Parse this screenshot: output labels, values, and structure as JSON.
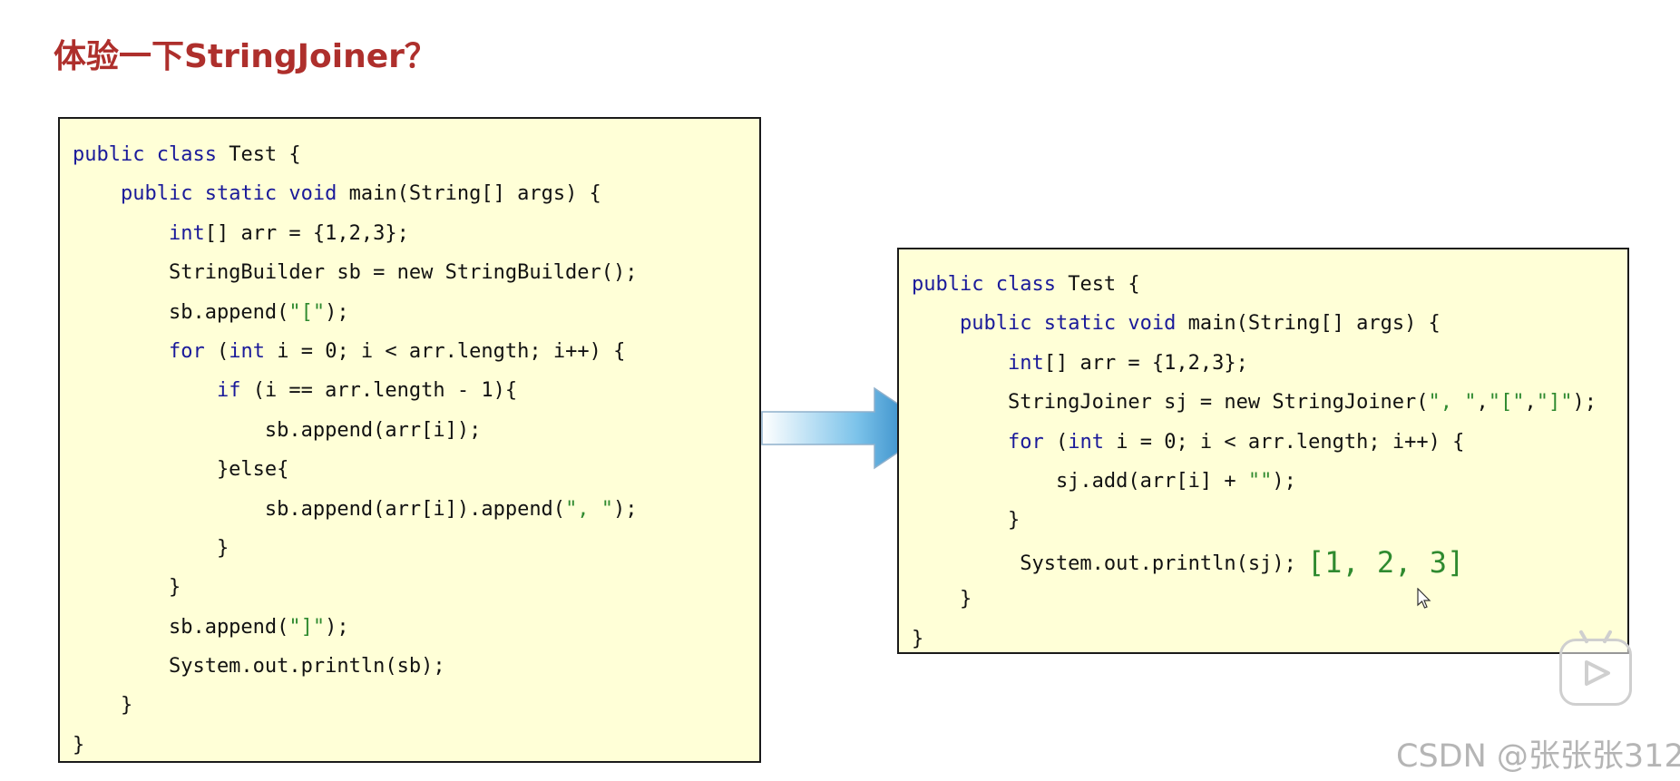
{
  "slide": {
    "title": "体验一下StringJoiner？"
  },
  "left_code": {
    "lines": [
      [
        {
          "t": "public class",
          "k": "kw"
        },
        {
          "t": " Test {",
          "k": ""
        }
      ],
      [
        {
          "t": "    ",
          "k": ""
        },
        {
          "t": "public static void",
          "k": "kw"
        },
        {
          "t": " main(String[] args) {",
          "k": ""
        }
      ],
      [
        {
          "t": "        ",
          "k": ""
        },
        {
          "t": "int",
          "k": "kw"
        },
        {
          "t": "[] arr = {1,2,3};",
          "k": ""
        }
      ],
      [
        {
          "t": "        StringBuilder sb = new StringBuilder();",
          "k": ""
        }
      ],
      [
        {
          "t": "        sb.append(",
          "k": ""
        },
        {
          "t": "\"[\"",
          "k": "str"
        },
        {
          "t": ");",
          "k": ""
        }
      ],
      [
        {
          "t": "        ",
          "k": ""
        },
        {
          "t": "for",
          "k": "kw"
        },
        {
          "t": " (",
          "k": ""
        },
        {
          "t": "int",
          "k": "kw"
        },
        {
          "t": " i = 0; i < arr.length; i++) {",
          "k": ""
        }
      ],
      [
        {
          "t": "            ",
          "k": ""
        },
        {
          "t": "if",
          "k": "kw"
        },
        {
          "t": " (i == arr.length - 1){",
          "k": ""
        }
      ],
      [
        {
          "t": "                sb.append(arr[i]);",
          "k": ""
        }
      ],
      [
        {
          "t": "            }else{",
          "k": ""
        }
      ],
      [
        {
          "t": "                sb.append(arr[i]).append(",
          "k": ""
        },
        {
          "t": "\", \"",
          "k": "str"
        },
        {
          "t": ");",
          "k": ""
        }
      ],
      [
        {
          "t": "            }",
          "k": ""
        }
      ],
      [
        {
          "t": "        }",
          "k": ""
        }
      ],
      [
        {
          "t": "        sb.append(",
          "k": ""
        },
        {
          "t": "\"]\"",
          "k": "str"
        },
        {
          "t": ");",
          "k": ""
        }
      ],
      [
        {
          "t": "        System.out.println(sb);",
          "k": ""
        }
      ],
      [
        {
          "t": "    }",
          "k": ""
        }
      ],
      [
        {
          "t": "}",
          "k": ""
        }
      ]
    ]
  },
  "right_code": {
    "lines": [
      [
        {
          "t": "public class",
          "k": "kw"
        },
        {
          "t": " Test {",
          "k": ""
        }
      ],
      [
        {
          "t": "    ",
          "k": ""
        },
        {
          "t": "public static void",
          "k": "kw"
        },
        {
          "t": " main(String[] args) {",
          "k": ""
        }
      ],
      [
        {
          "t": "        ",
          "k": ""
        },
        {
          "t": "int",
          "k": "kw"
        },
        {
          "t": "[] arr = {1,2,3};",
          "k": ""
        }
      ],
      [
        {
          "t": "        StringJoiner sj = new StringJoiner(",
          "k": ""
        },
        {
          "t": "\", \"",
          "k": "str"
        },
        {
          "t": ",",
          "k": ""
        },
        {
          "t": "\"[\"",
          "k": "str"
        },
        {
          "t": ",",
          "k": ""
        },
        {
          "t": "\"]\"",
          "k": "str"
        },
        {
          "t": ");",
          "k": ""
        }
      ],
      [
        {
          "t": "        ",
          "k": ""
        },
        {
          "t": "for",
          "k": "kw"
        },
        {
          "t": " (",
          "k": ""
        },
        {
          "t": "int",
          "k": "kw"
        },
        {
          "t": " i = 0; i < arr.length; i++) {",
          "k": ""
        }
      ],
      [
        {
          "t": "            sj.add(arr[i] + ",
          "k": ""
        },
        {
          "t": "\"\"",
          "k": "str"
        },
        {
          "t": ");",
          "k": ""
        }
      ],
      [
        {
          "t": "        }",
          "k": ""
        }
      ],
      [
        {
          "t": "         System.out.println(sj);",
          "k": ""
        }
      ],
      [
        {
          "t": "    }",
          "k": ""
        }
      ],
      [
        {
          "t": "}",
          "k": ""
        }
      ]
    ],
    "output": "[1, 2, 3]"
  },
  "watermark": "CSDN @张张张312",
  "icons": {
    "arrow": "right-arrow-icon",
    "cursor": "mouse-pointer-icon",
    "play": "video-play-icon"
  },
  "colors": {
    "title": "#ae2f2c",
    "code_bg": "#ffffd7",
    "keyword": "#1a1a9a",
    "string": "#2f8a2f",
    "output": "#2f8a2f",
    "arrow": "#1e8bc9"
  }
}
